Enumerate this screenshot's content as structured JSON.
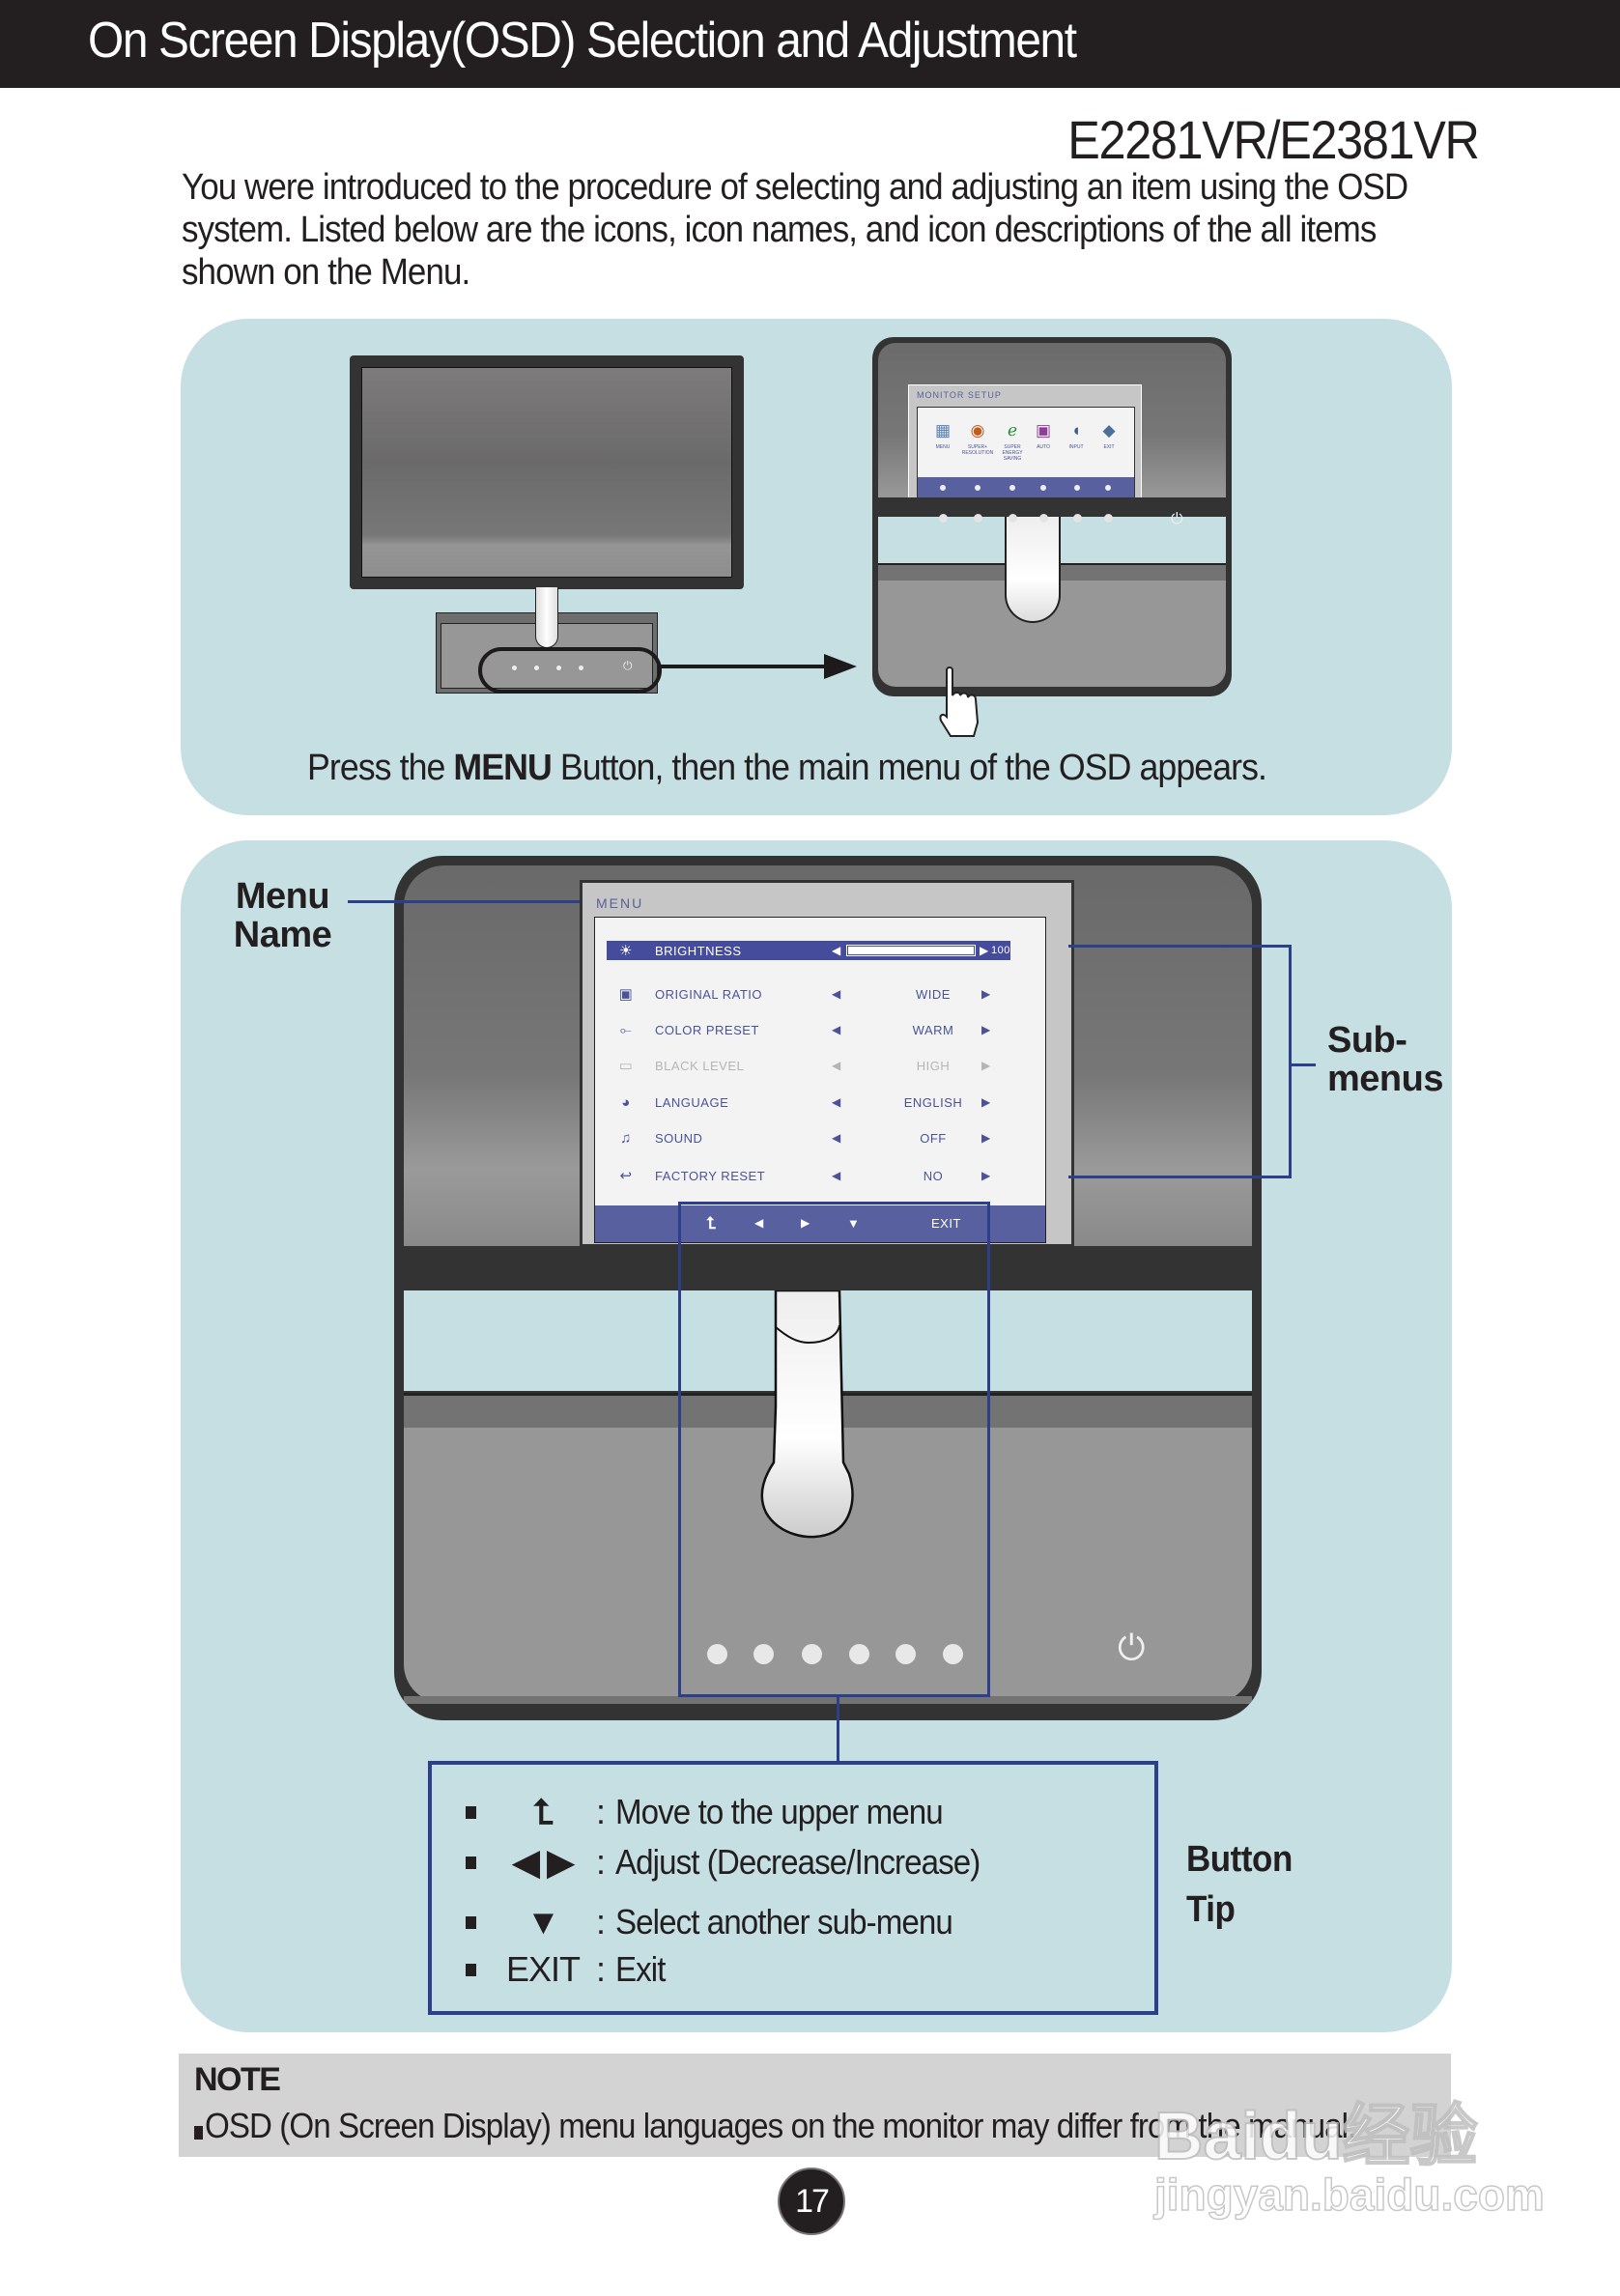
{
  "header": {
    "title": "On Screen Display(OSD) Selection and Adjustment"
  },
  "model": "E2281VR/E2381VR",
  "intro": "You were introduced to the procedure of selecting and adjusting an item using the OSD system. Listed below are the icons, icon names, and icon descriptions of the all items shown on the Menu.",
  "top_panel": {
    "caption_pre": "Press the ",
    "caption_bold": "MENU",
    "caption_post": " Button, then the main menu of the OSD appears.",
    "monitor_setup": {
      "title": "MONITOR SETUP",
      "items": [
        {
          "label": "MENU",
          "icon": "menu-grid-icon"
        },
        {
          "label": "SUPER+ RESOLUTION",
          "icon": "eye-icon"
        },
        {
          "label": "SUPER ENERGY SAVING",
          "icon": "eco-leaf-icon"
        },
        {
          "label": "AUTO",
          "icon": "auto-icon"
        },
        {
          "label": "INPUT",
          "icon": "input-plug-icon"
        },
        {
          "label": "EXIT",
          "icon": "exit-arrow-icon"
        }
      ]
    }
  },
  "bottom_panel": {
    "callouts": {
      "menu_name_1": "Menu",
      "menu_name_2": "Name",
      "submenus_1": "Sub-",
      "submenus_2": "menus",
      "button_tip_1": "Button",
      "button_tip_2": "Tip"
    },
    "osd_menu": {
      "title": "MENU",
      "rows": [
        {
          "icon": "☀",
          "label": "BRIGHTNESS",
          "value": "100",
          "slider_fraction": 1.0,
          "selected": true,
          "disabled": false
        },
        {
          "icon": "▣",
          "label": "ORIGINAL RATIO",
          "value": "WIDE",
          "selected": false,
          "disabled": false
        },
        {
          "icon": "⟜",
          "label": "COLOR PRESET",
          "value": "WARM",
          "selected": false,
          "disabled": false
        },
        {
          "icon": "▭",
          "label": "BLACK LEVEL",
          "value": "HIGH",
          "selected": false,
          "disabled": true
        },
        {
          "icon": "◕",
          "label": "LANGUAGE",
          "value": "ENGLISH",
          "selected": false,
          "disabled": false
        },
        {
          "icon": "♫",
          "label": "SOUND",
          "value": "OFF",
          "selected": false,
          "disabled": false
        },
        {
          "icon": "↩",
          "label": "FACTORY RESET",
          "value": "NO",
          "selected": false,
          "disabled": false
        }
      ],
      "footer": {
        "up": "⮤",
        "left": "◀",
        "right": "▶",
        "down": "▼",
        "exit": "EXIT"
      }
    },
    "button_tips": [
      {
        "symbol": "⮤",
        "symbol_name": "upper-menu-icon",
        "description": "Move to the upper menu"
      },
      {
        "symbol": "◀ ▶",
        "symbol_name": "left-right-arrows-icon",
        "description": "Adjust (Decrease/Increase)"
      },
      {
        "symbol": "▼",
        "symbol_name": "down-arrow-icon",
        "description": "Select another sub-menu"
      },
      {
        "symbol": "EXIT",
        "symbol_name": "exit-label",
        "description": "Exit"
      }
    ],
    "colon": ":"
  },
  "note": {
    "title": "NOTE",
    "text": "OSD (On Screen Display) menu languages on the monitor may differ from the manual."
  },
  "page_number": "17",
  "watermark": {
    "line1": "Baidu经验",
    "line2": "jingyan.baidu.com"
  },
  "colors": {
    "panel_bg": "#c6dfe3",
    "header_bg": "#231f20",
    "osd_blue": "#5960a0",
    "callout_blue": "#2b3f8b",
    "note_bg": "#d3d3d3"
  }
}
